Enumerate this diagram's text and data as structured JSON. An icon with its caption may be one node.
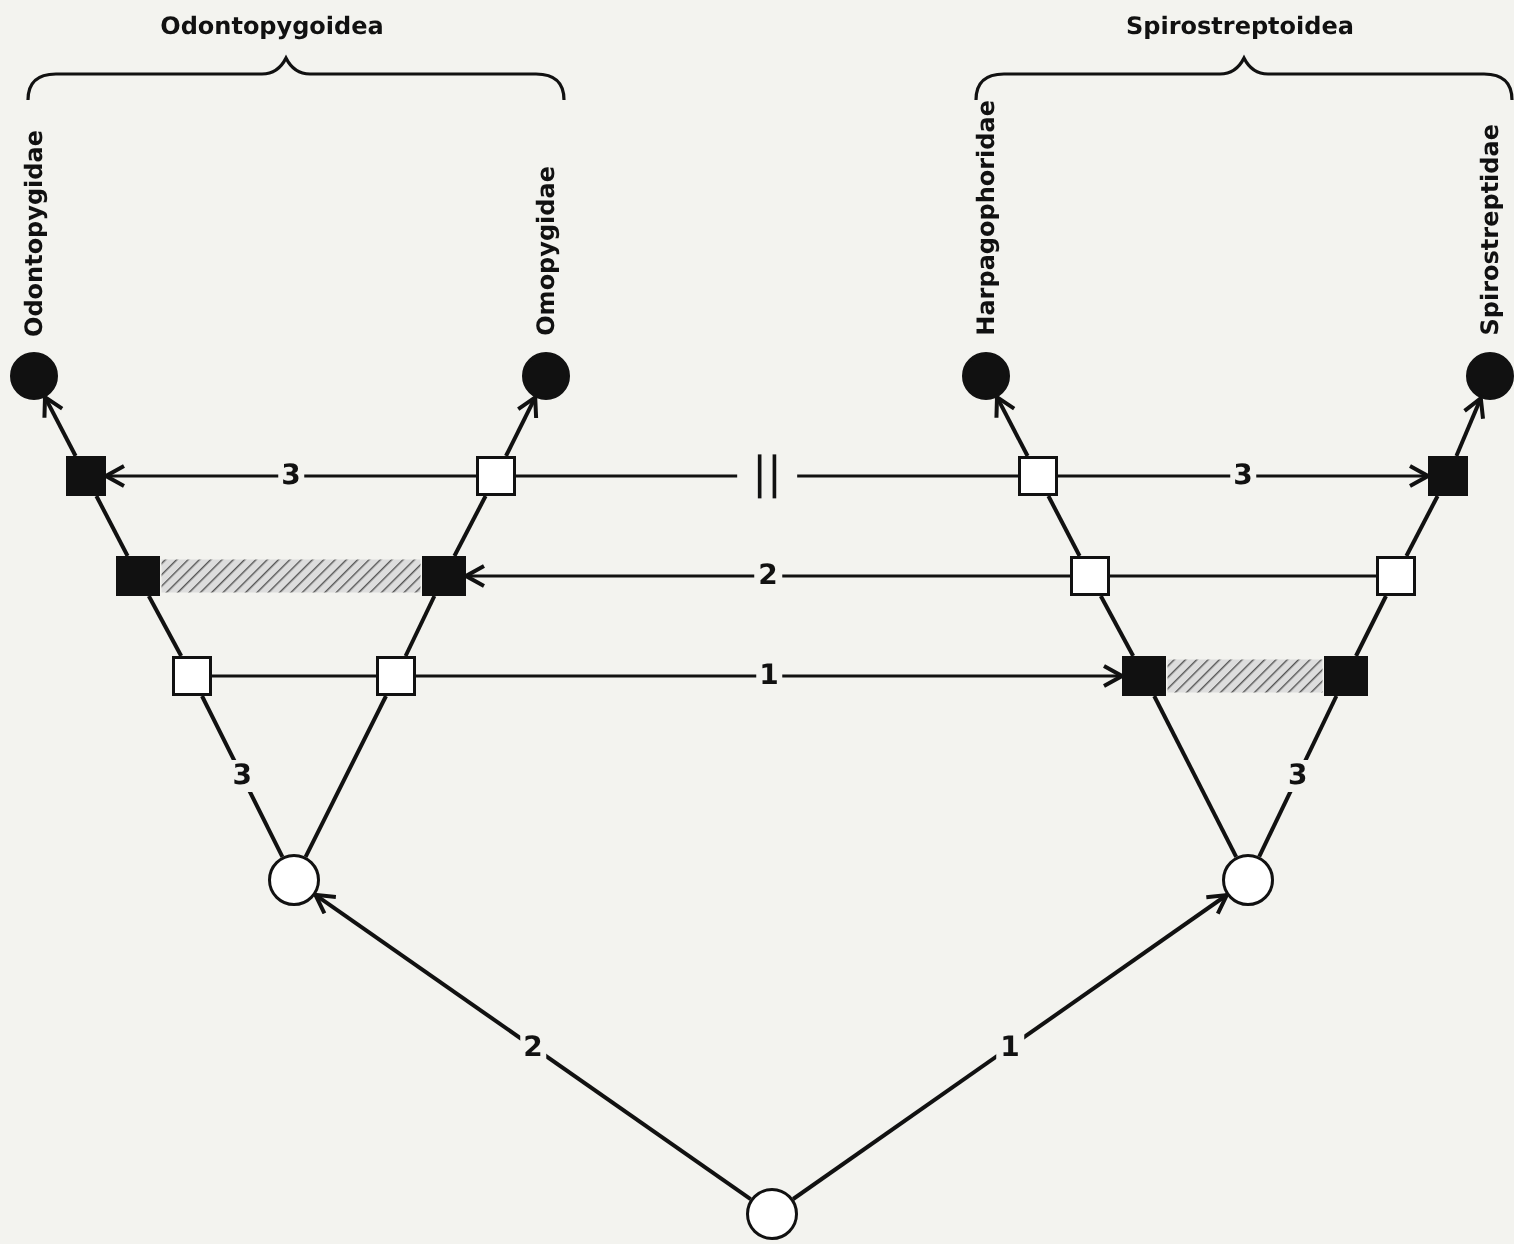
{
  "diagram": {
    "nodes": [
      {
        "text": [],
        "shape": "circle",
        "beside": [
          "Odontopygidae"
        ]
      },
      {
        "text": [],
        "shape": "circle",
        "beside": [
          "Omopygidae"
        ]
      },
      {
        "text": [],
        "shape": "circle",
        "beside": [
          "Harpagophoridae"
        ]
      },
      {
        "text": [],
        "shape": "circle",
        "beside": [
          "Spirostreptidae"
        ]
      },
      {
        "text": [],
        "shape": "box"
      },
      {
        "text": [],
        "shape": "box"
      },
      {
        "text": [],
        "shape": "box"
      },
      {
        "text": [],
        "shape": "box"
      },
      {
        "text": [],
        "shape": "box"
      },
      {
        "text": [],
        "shape": "bar"
      },
      {
        "text": [],
        "shape": "box"
      },
      {
        "text": [],
        "shape": "box"
      },
      {
        "text": [],
        "shape": "box"
      },
      {
        "text": [],
        "shape": "box"
      },
      {
        "text": [],
        "shape": "box"
      },
      {
        "text": [],
        "shape": "box"
      },
      {
        "text": [],
        "shape": "bar"
      },
      {
        "text": [],
        "shape": "box"
      },
      {
        "text": [],
        "shape": "circle"
      },
      {
        "text": [],
        "shape": "circle"
      },
      {
        "text": [],
        "shape": "circle"
      }
    ],
    "edges": [
      {
        "from": 4,
        "to": 0,
        "arrow": "to"
      },
      {
        "from": 5,
        "to": 1,
        "arrow": "to"
      },
      {
        "from": 6,
        "to": 2,
        "arrow": "to"
      },
      {
        "from": 7,
        "to": 3,
        "arrow": "to"
      },
      {
        "from": 5,
        "to": 4,
        "arrow": "to",
        "label": "3"
      },
      {
        "from": 5,
        "to": 6,
        "arrow": "none",
        "label": "||"
      },
      {
        "from": 6,
        "to": 7,
        "arrow": "to",
        "label": "3"
      },
      {
        "from": 8,
        "to": 4,
        "arrow": "none"
      },
      {
        "from": 10,
        "to": 5,
        "arrow": "none"
      },
      {
        "from": 11,
        "to": 6,
        "arrow": "none"
      },
      {
        "from": 12,
        "to": 7,
        "arrow": "none"
      },
      {
        "from": 11,
        "to": 10,
        "arrow": "to",
        "label": "2"
      },
      {
        "from": 12,
        "to": 11,
        "arrow": "none"
      },
      {
        "from": 13,
        "to": 8,
        "arrow": "none"
      },
      {
        "from": 14,
        "to": 10,
        "arrow": "none"
      },
      {
        "from": 15,
        "to": 11,
        "arrow": "none"
      },
      {
        "from": 17,
        "to": 12,
        "arrow": "none"
      },
      {
        "from": 13,
        "to": 14,
        "arrow": "none"
      },
      {
        "from": 14,
        "to": 15,
        "arrow": "to",
        "label": "1"
      },
      {
        "from": 18,
        "to": 13,
        "arrow": "none",
        "label": "3"
      },
      {
        "from": 18,
        "to": 14,
        "arrow": "none"
      },
      {
        "from": 19,
        "to": 15,
        "arrow": "none"
      },
      {
        "from": 19,
        "to": 17,
        "arrow": "none",
        "label": "3"
      },
      {
        "from": 20,
        "to": 18,
        "arrow": "to",
        "label": "2"
      },
      {
        "from": 20,
        "to": 19,
        "arrow": "to",
        "label": "1"
      }
    ],
    "labels": [
      "Odontopygoidea",
      "Spirostreptoidea"
    ]
  }
}
